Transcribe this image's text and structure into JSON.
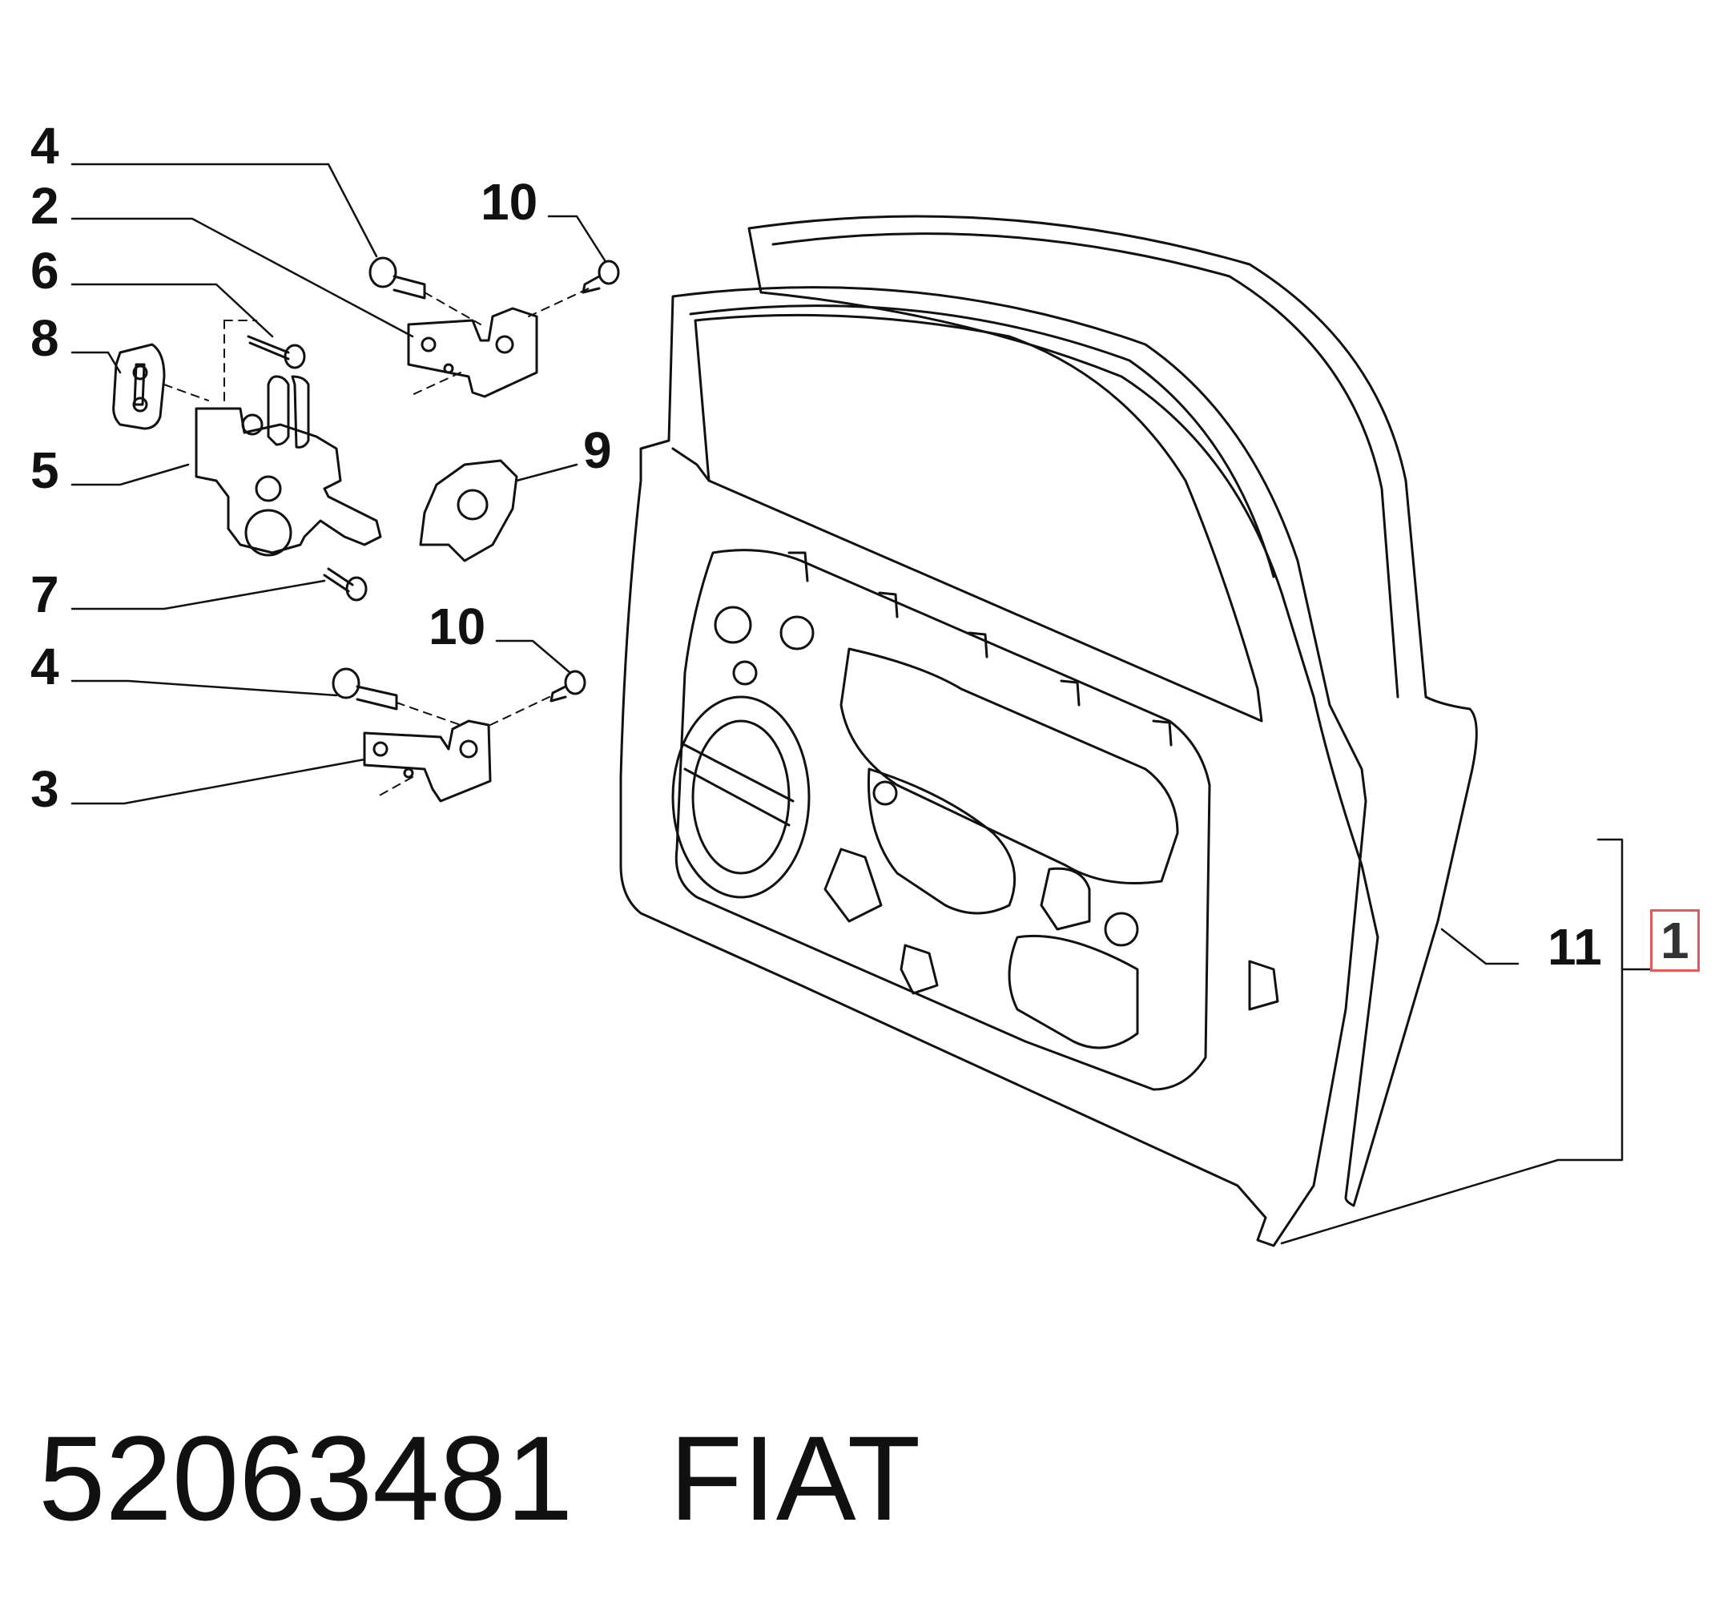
{
  "callouts": {
    "c4_top": "4",
    "c2": "2",
    "c6": "6",
    "c8": "8",
    "c5": "5",
    "c7": "7",
    "c4_bottom": "4",
    "c3": "3",
    "c10_top": "10",
    "c10_bottom": "10",
    "c9": "9",
    "c11": "11",
    "c1": "1"
  },
  "footer": {
    "part_number": "52063481",
    "brand": "FIAT"
  },
  "colors": {
    "line": "#111111",
    "highlight_border": "#e05a5a"
  }
}
